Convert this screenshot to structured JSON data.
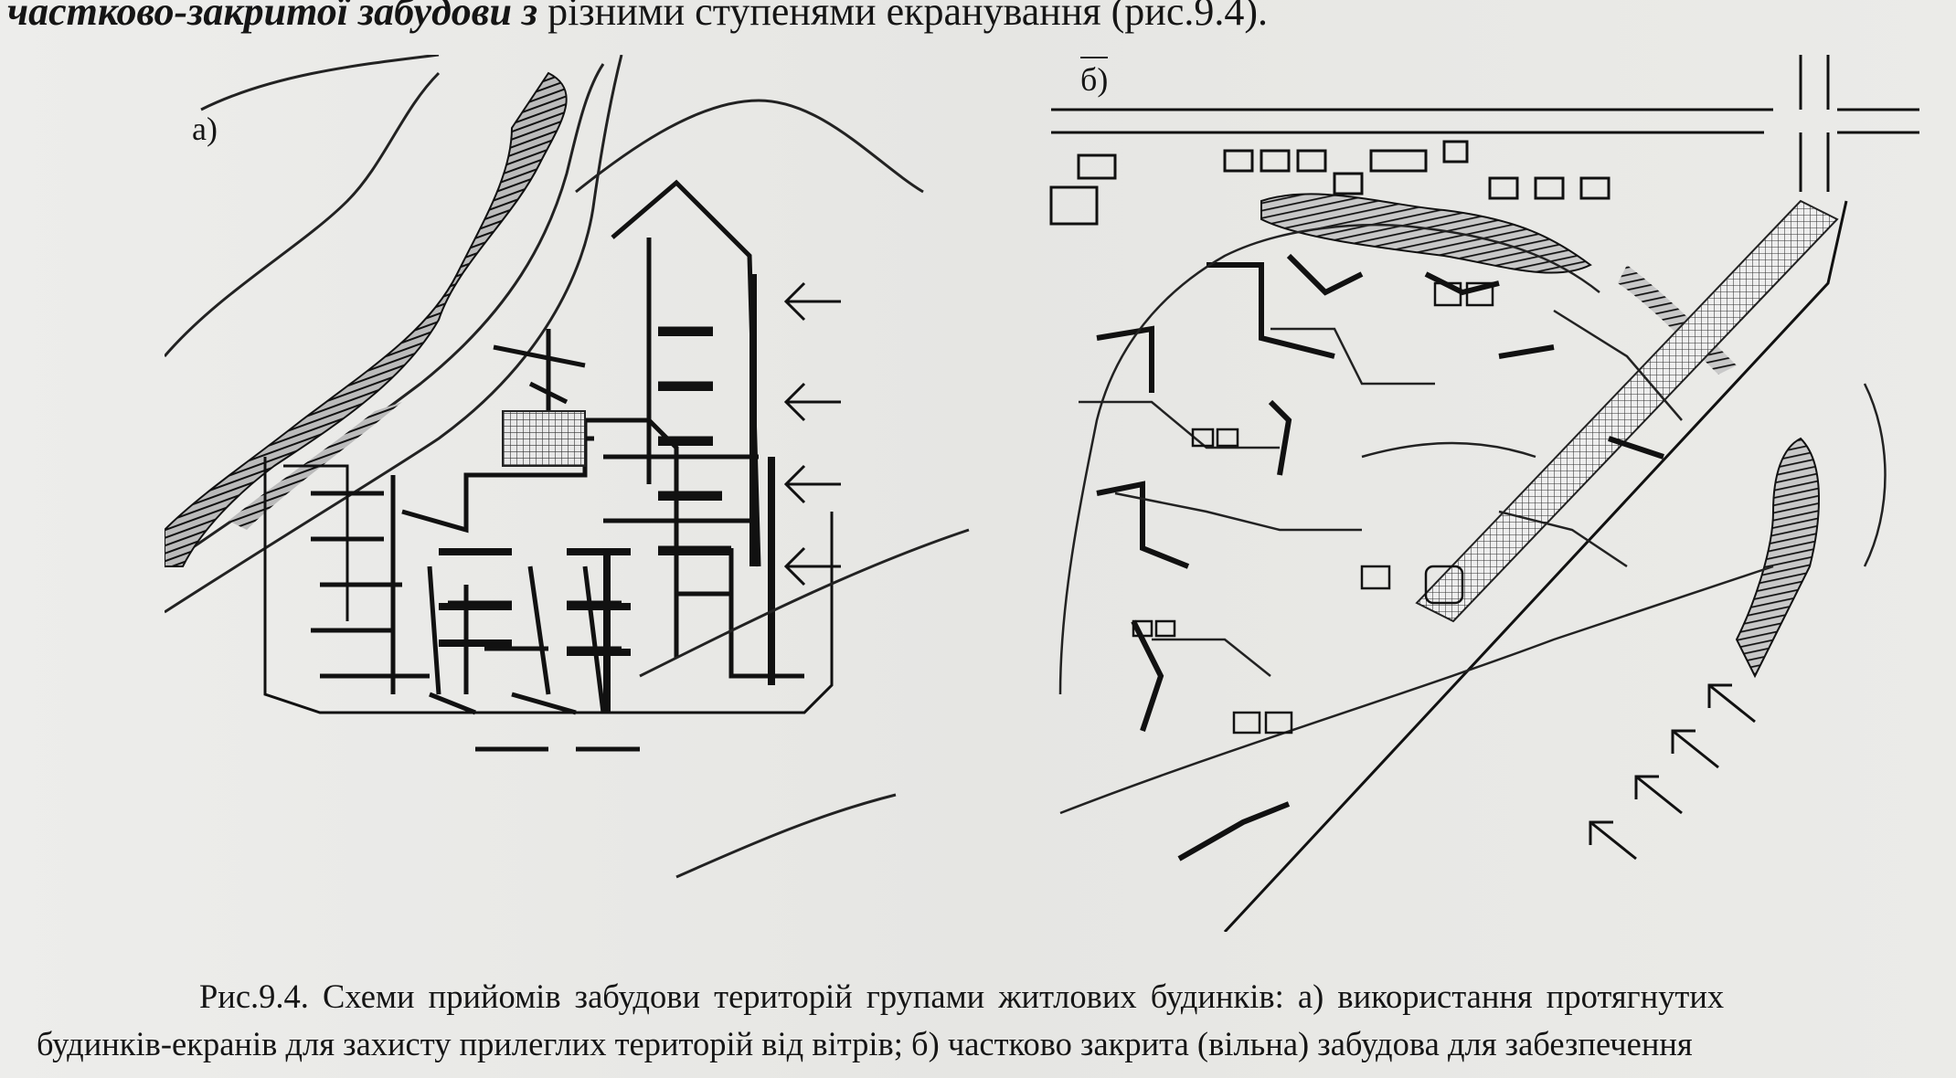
{
  "header_line": {
    "italic_part": "частково-закритої забудови з",
    "rest_part": " різними ступенями екранування (рис.9.4)."
  },
  "figure": {
    "label_a": "а)",
    "label_b": "б)",
    "panel_a_icon": "wind-arrows-west",
    "panel_b_icon": "wind-arrows-southwest"
  },
  "caption": {
    "line1": "Рис.9.4. Схеми прийомів забудови територій групами житлових будинків: а) використання протягнутих",
    "line2": "будинків-екранів для захисту прилеглих територій від вітрів; б) частково закрита (вільна) забудова для забезпечення"
  }
}
